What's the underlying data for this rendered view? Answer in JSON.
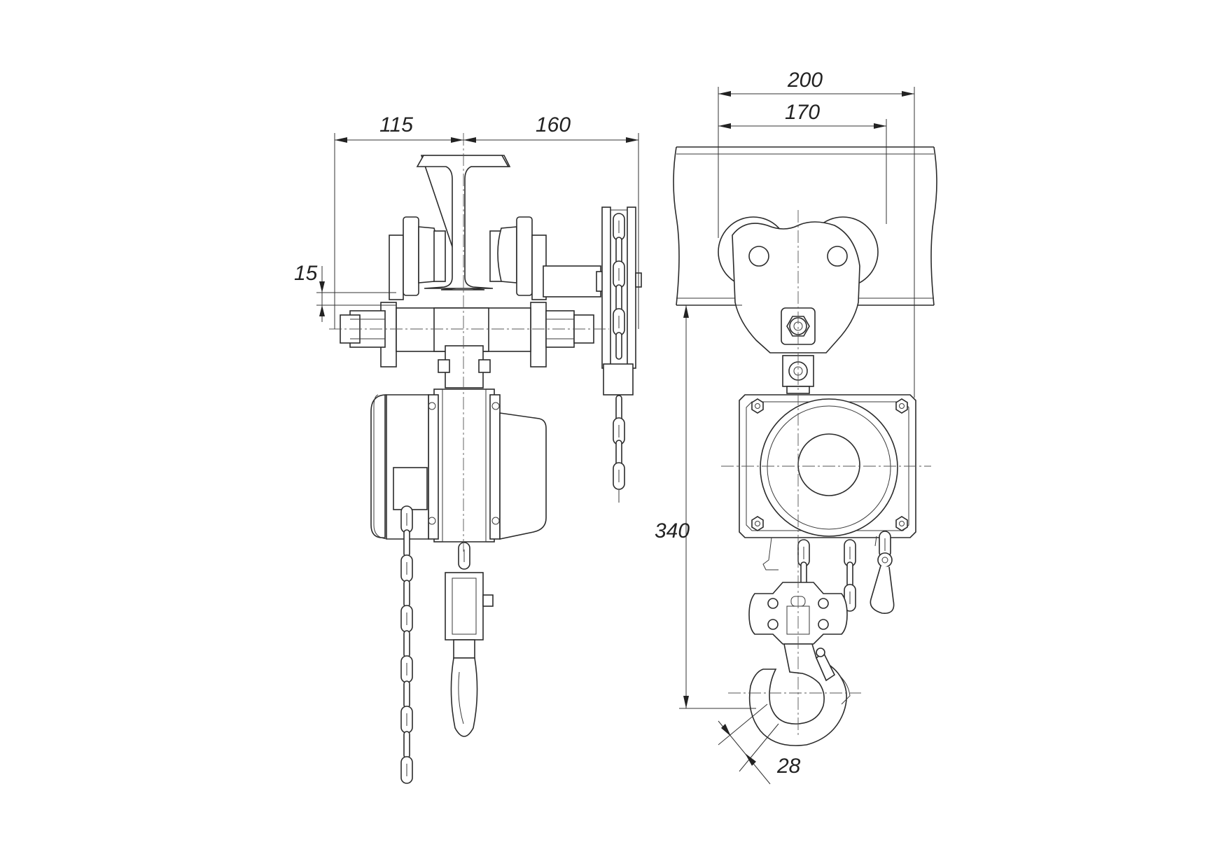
{
  "drawing": {
    "left_view": {
      "dim_left_width": "115",
      "dim_right_width": "160",
      "dim_small_gap": "15"
    },
    "right_view": {
      "dim_outer_width": "200",
      "dim_inner_width": "170",
      "dim_height": "340",
      "dim_hook_opening": "28"
    },
    "colors": {
      "line": "#2b2b2b",
      "background": "#ffffff"
    }
  }
}
